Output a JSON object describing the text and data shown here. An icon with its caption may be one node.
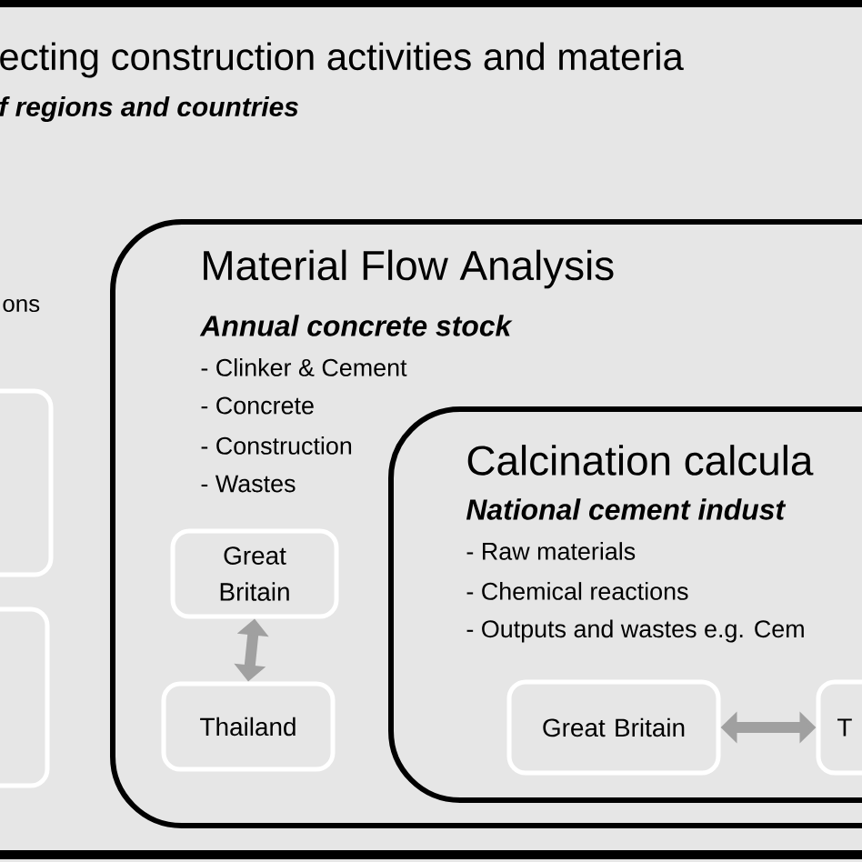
{
  "diagram": {
    "title": "ecting construction activities and materia",
    "nodes": [
      {
        "text": [],
        "shape": "box"
      },
      {
        "text": [],
        "shape": "box"
      },
      {
        "text": [
          "Material Flow Analysis",
          "Annual concrete stock",
          "- Clinker & Cement",
          "- Concrete",
          "- Construction",
          "- Wastes"
        ]
      },
      {
        "text": [
          "Great Britain"
        ],
        "in": 2
      },
      {
        "text": [
          "Thailand"
        ],
        "in": 2
      },
      {
        "text": [
          "Calcination calcula",
          "National cement indust",
          "- Raw materials",
          "- Chemical reactions",
          "- Outputs and wastes e.g. Cem"
        ],
        "in": 2
      },
      {
        "text": [
          "Great Britain"
        ],
        "in": 5
      },
      {
        "text": [
          "T"
        ],
        "in": 5
      }
    ],
    "edges": [
      {
        "from": 3,
        "to": 4,
        "arrow": "both"
      },
      {
        "from": 6,
        "to": 7,
        "arrow": "both"
      }
    ],
    "labels": [
      "f regions and countries",
      "ons"
    ]
  }
}
